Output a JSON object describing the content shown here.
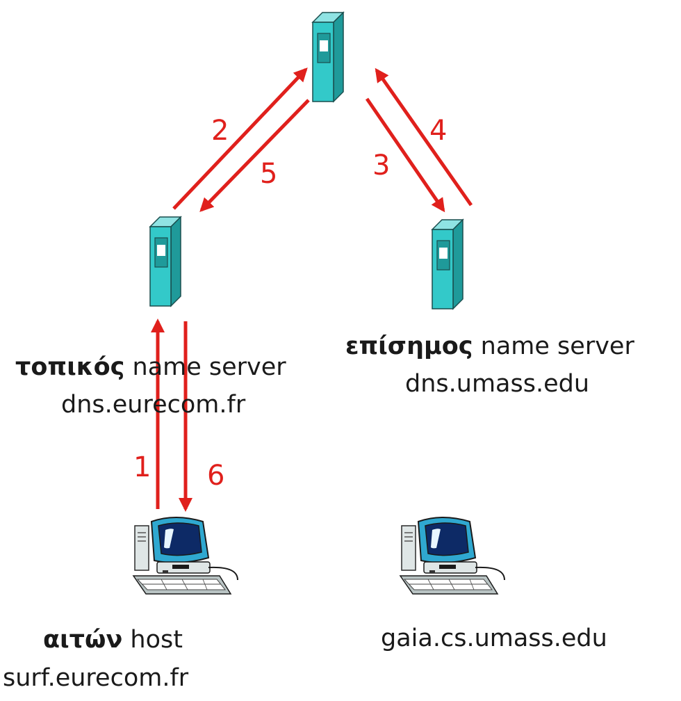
{
  "nodes": {
    "local": {
      "role": "τοπικός",
      "kind": "name server",
      "host": "dns.eurecom.fr"
    },
    "authoritative": {
      "role": "επίσημος",
      "kind": "name server",
      "host": "dns.umass.edu"
    },
    "requester": {
      "role": "αιτών",
      "kind": "host",
      "host": "surf.eurecom.fr"
    },
    "target": {
      "host": "gaia.cs.umass.edu"
    }
  },
  "steps": [
    "1",
    "2",
    "3",
    "4",
    "5",
    "6"
  ],
  "colors": {
    "server": "#33c9c9",
    "arrow": "#e0201c"
  },
  "icons": {
    "server": "server-tower-icon",
    "computer": "desktop-computer-icon"
  }
}
